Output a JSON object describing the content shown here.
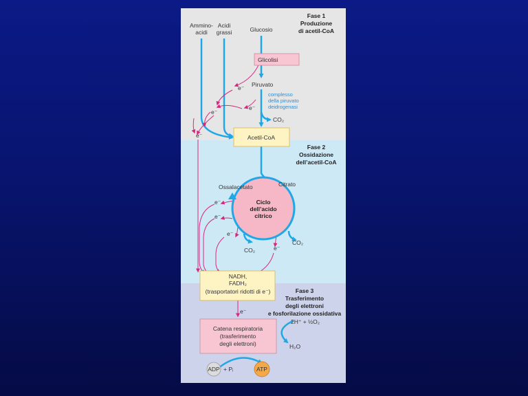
{
  "phase1": {
    "line1": "Fase 1",
    "line2": "Produzione",
    "line3": "di acetil-CoA"
  },
  "phase2": {
    "line1": "Fase 2",
    "line2": "Ossidazione",
    "line3": "dell’acetil-CoA"
  },
  "phase3": {
    "line1": "Fase 3",
    "line2": "Trasferimento",
    "line3": "degli elettroni",
    "line4": "e fosforilazione ossidativa"
  },
  "inputs": {
    "aminoacids_1": "Ammino-",
    "aminoacids_2": "acidi",
    "fattyacids_1": "Acidi",
    "fattyacids_2": "grassi",
    "glucose": "Glucosio"
  },
  "glycolysis": "Glicolisi",
  "pyruvate": "Piruvato",
  "pdh": {
    "line1": "complesso",
    "line2": "della piruvato",
    "line3": "deidrogenasi"
  },
  "co2": "CO₂",
  "acetylcoa": "Acetil-CoA",
  "oxaloacetate": "Ossalacetato",
  "citrate": "Citrato",
  "cycle": {
    "line1": "Ciclo",
    "line2": "dell’acido",
    "line3": "citrico"
  },
  "electron": "e⁻",
  "carriers": {
    "line1": "NADH,",
    "line2": "FADH₂",
    "line3": "(trasportatori ridotti di e⁻)"
  },
  "chain": {
    "line1": "Catena respiratoria",
    "line2": "(trasferimento",
    "line3": "degli elettroni)"
  },
  "oxygen": "2H⁺ + ½O₂",
  "water": "H₂O",
  "adp": "ADP",
  "plus_pi": "+ Pᵢ",
  "atp": "ATP",
  "colors": {
    "blue_arrow": "#1fa7e6",
    "magenta_arrow": "#d6287f",
    "phase1_bg": "#e6e6e6",
    "phase2_bg": "#cde9f6",
    "phase3_bg": "#cdd3ea",
    "cycle_fill": "#f6b7c6",
    "acetylcoa_fill": "#fdf3c3",
    "chain_fill": "#f7c6d2",
    "atp_fill": "#f3a84a"
  }
}
